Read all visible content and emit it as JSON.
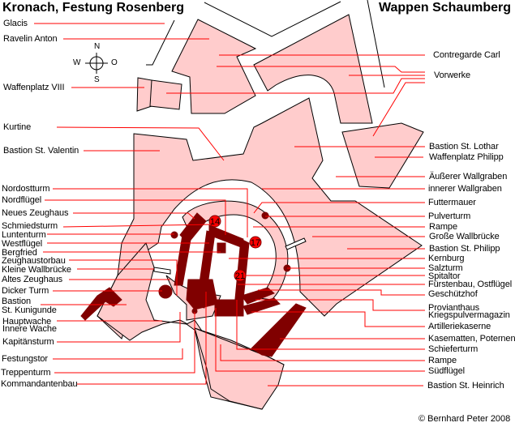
{
  "title_left": "Kronach, Festung Rosenberg",
  "title_right": "Wappen Schaumberg",
  "copyright": "© Bernhard Peter 2008",
  "compass": {
    "north": "N",
    "west": "W",
    "east": "O",
    "south": "S"
  },
  "colors": {
    "outer_works": "#ffcccc",
    "core_buildings": "#800000",
    "towers_marked": "#ff0000",
    "leader_lines": "#ff0000",
    "outline": "#000000"
  },
  "marked_towers": [
    "14",
    "17",
    "21"
  ],
  "labels_left": [
    "Glacis",
    "Ravelin Anton",
    "Waffenplatz VIII",
    "Kurtine",
    "Bastion St. Valentin",
    "Nordostturm",
    "Nordflügel",
    "Neues Zeughaus",
    "Schmiedsturm",
    "Luntenturm",
    "Westflügel",
    "Bergfried",
    "Zeughaustorbau",
    "Kleine Wallbrücke",
    "Altes Zeughaus",
    "Dicker Turm",
    "Bastion",
    "St. Kunigunde",
    "Hauptwache",
    "Innere Wache",
    "Kapitänsturm",
    "Festungstor",
    "Treppenturm",
    "Kommandantenbau"
  ],
  "labels_right": [
    "Contregarde Carl",
    "Vorwerke",
    "Bastion St. Lothar",
    "Waffenplatz Philipp",
    "Äußerer Wallgraben",
    "innerer Wallgraben",
    "Futtermauer",
    "Pulverturm",
    "Rampe",
    "Große Wallbrücke",
    "Bastion St. Philipp",
    "Kernburg",
    "Salzturm",
    "Spitaltor",
    "Fürstenbau, Ostflügel",
    "Geschützhof",
    "Provianthaus",
    "Kriegspulvermagazin",
    "Artilleriekaserne",
    "Kasematten, Poternen",
    "Schieferturm",
    "Rampe",
    "Südflügel",
    "Bastion St. Heinrich"
  ]
}
